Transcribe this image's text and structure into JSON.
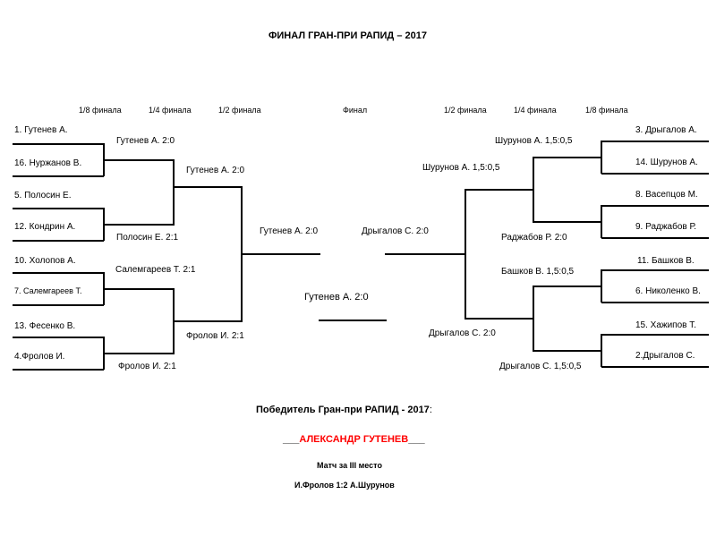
{
  "title": "ФИНАЛ ГРАН-ПРИ РАПИД  – 2017",
  "rounds_left": [
    "1/8 финала",
    "1/4 финала",
    "1/2 финала"
  ],
  "round_final": "Финал",
  "rounds_right": [
    "1/2 финала",
    "1/4 финала",
    "1/8 финала"
  ],
  "left_r16": [
    "1. Гутенев А.",
    "16. Нуржанов В.",
    "5. Полосин Е.",
    "12. Кондрин А.",
    "10. Холопов А.",
    "7. Салемгареев Т.",
    "13. Фесенко В.",
    "4.Фролов И."
  ],
  "left_qf": [
    "Гутенев А. 2:0",
    "Полосин Е. 2:1",
    "Салемгареев Т. 2:1",
    "Фролов И. 2:1"
  ],
  "left_sf": [
    "Гутенев А. 2:0",
    "Фролов И. 2:1"
  ],
  "left_final": "Гутенев А. 2:0",
  "right_r16": [
    "3. Дрыгалов А.",
    "14. Шурунов  А.",
    "8. Васепцов М.",
    "9. Раджабов Р.",
    "11. Башков В.",
    "6. Николенко В.",
    "15. Хажипов Т.",
    "2.Дрыгалов С."
  ],
  "right_qf": [
    "Шурунов  А. 1,5:0,5",
    "Раджабов Р. 2:0",
    "Башков В. 1,5:0,5",
    "Дрыгалов С. 1,5:0,5"
  ],
  "right_sf": [
    "Шурунов  А. 1,5:0,5",
    "Дрыгалов С. 2:0"
  ],
  "right_final": "Дрыгалов С. 2:0",
  "final_result": "Гутенев А. 2:0",
  "winner_label": "Победитель Гран-при  РАПИД - 2017",
  "winner_label_colon": ":",
  "winner_prefix": "___",
  "winner_name": "АЛЕКСАНДР ГУТЕНЕВ",
  "winner_suffix": "___",
  "third_place_label": "Матч за III место",
  "third_place_result": "И.Фролов    1:2  А.Шурунов"
}
